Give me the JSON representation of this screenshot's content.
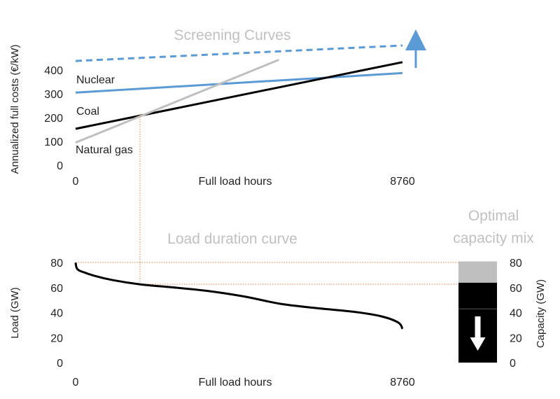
{
  "chart_data": [
    {
      "type": "line",
      "title": "Screening Curves",
      "xlabel": "Full load hours",
      "ylabel": "Annualized full costs (€/kW)",
      "xlim": [
        0,
        8760
      ],
      "ylim": [
        0,
        450
      ],
      "x_ticks": [
        "0",
        "8760"
      ],
      "y_ticks": [
        0,
        100,
        200,
        300,
        400
      ],
      "grid": false,
      "series": [
        {
          "name": "Nuclear",
          "x": [
            0,
            8760
          ],
          "y": [
            305,
            387
          ],
          "color": "#5b9bd5",
          "style": "solid"
        },
        {
          "name": "Coal",
          "x": [
            0,
            8760
          ],
          "y": [
            153,
            433
          ],
          "color": "#000000",
          "style": "solid"
        },
        {
          "name": "Natural gas",
          "x": [
            0,
            5450
          ],
          "y": [
            95,
            443
          ],
          "color": "#bfbfbf",
          "style": "solid"
        },
        {
          "x": [
            0,
            8760
          ],
          "y": [
            438,
            503
          ],
          "color": "#5b9bd5",
          "style": "dashed"
        }
      ],
      "annotations": [
        {
          "type": "arrow-up",
          "color": "#5b9bd5"
        },
        {
          "type": "crossing",
          "x": 1750,
          "y": 210,
          "color": "#ed7d31",
          "style": "dotted"
        }
      ]
    },
    {
      "type": "line",
      "title": "Load duration curve",
      "xlabel": "Full load hours",
      "ylabel": "Load (GW)",
      "xlim": [
        0,
        8760
      ],
      "ylim": [
        0,
        80
      ],
      "x_ticks": [
        "0",
        "8760"
      ],
      "y_ticks": [
        0,
        20,
        40,
        60,
        80
      ],
      "grid": false,
      "series": [
        {
          "x": [
            0,
            25,
            80,
            200,
            500,
            1000,
            1750,
            2500,
            3500,
            4500,
            5500,
            6500,
            7500,
            8200,
            8650,
            8760
          ],
          "y": [
            80,
            76,
            74,
            72.5,
            69.5,
            66,
            62.5,
            60.5,
            57.5,
            53,
            47,
            43.5,
            40.5,
            37,
            32,
            27
          ],
          "color": "#000000"
        }
      ]
    },
    {
      "type": "bar",
      "title": "Optimal capacity mix",
      "ylabel": "Capacity (GW)",
      "ylim": [
        0,
        80
      ],
      "y_ticks": [
        0,
        20,
        40,
        60,
        80
      ],
      "stack": [
        {
          "from": 0,
          "to": 64,
          "color": "#000000"
        },
        {
          "from": 64,
          "to": 81,
          "color": "#bfbfbf"
        }
      ],
      "inner_divider": 43,
      "annotations": [
        {
          "type": "arrow-down",
          "color": "#ffffff"
        }
      ]
    }
  ],
  "labels": {
    "nuclear": "Nuclear",
    "coal": "Coal",
    "natural_gas": "Natural gas"
  }
}
